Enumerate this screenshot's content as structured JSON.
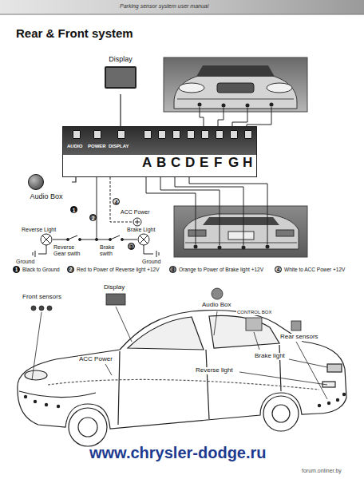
{
  "diagram": {
    "title": "Rear & Front system",
    "nodes": [
      {
        "text": [
          "Display"
        ]
      },
      {
        "text": [
          "AUDIO",
          "POWER",
          "DISPLAY",
          "A",
          "B",
          "C",
          "D",
          "E",
          "F",
          "G",
          "H"
        ]
      },
      {
        "text": [
          "Audio Box"
        ]
      }
    ],
    "edges": [
      {
        "from": 0,
        "to": 1,
        "arrow": "none"
      },
      {
        "from": 2,
        "to": 1,
        "arrow": "none"
      }
    ],
    "labels": [
      "Parking sensor system user manual",
      "ACC Power",
      "Reverse Light",
      "Brake Light",
      "Ground",
      "Reverse Gear swith",
      "Brake swith",
      "Ground",
      "1",
      "2",
      "3",
      "4",
      "1",
      "2",
      "3",
      "4",
      "Front sensors",
      "Display",
      "Audio Box",
      "CONTROL BOX",
      "Rear sensors",
      "ACC Power",
      "Brake light",
      "Reverse light",
      "www.chrysler-dodge.ru",
      "forum.onliner.by"
    ],
    "legend": [
      {
        "text": "Black to Ground",
        "color": "#1a1a1a"
      },
      {
        "text": "Red to Power of Reverse light +12V",
        "color": "#555555"
      },
      {
        "text": "Orange to Power of Brake light +12V",
        "color": "#8f8f8f"
      },
      {
        "text": "White to ACC Power +12V",
        "color": "#d9d9d9"
      }
    ]
  }
}
